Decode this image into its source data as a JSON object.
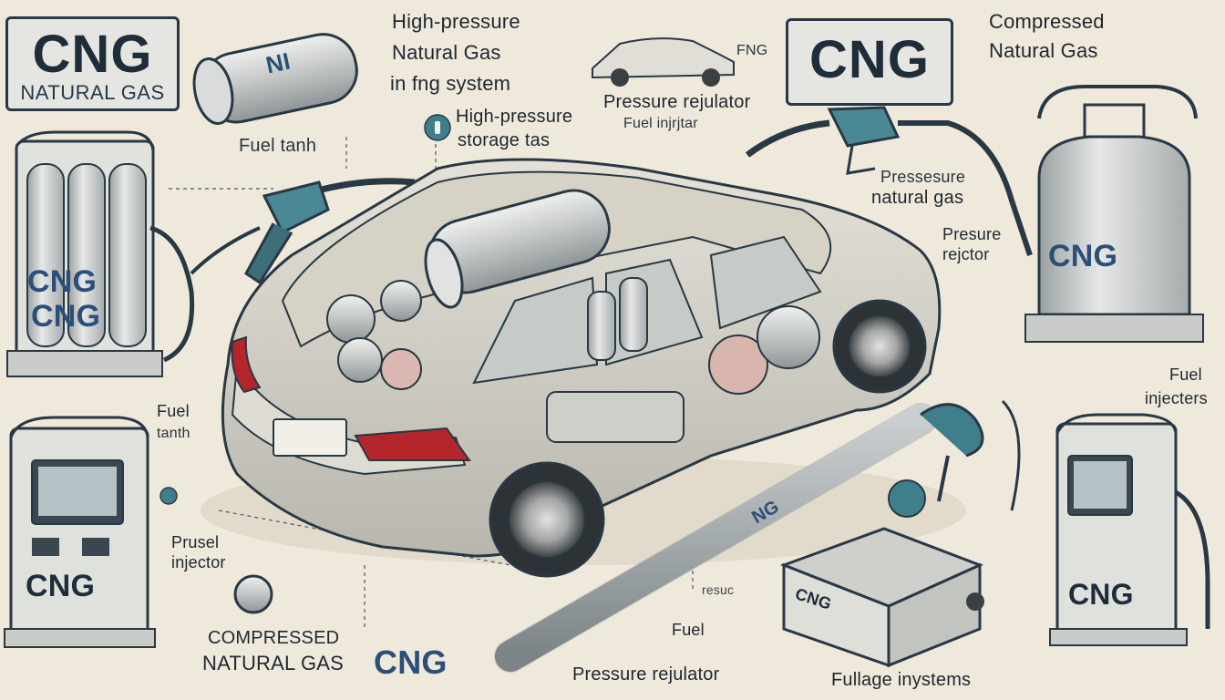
{
  "colors": {
    "background": "#efe9dc",
    "ink": "#283844",
    "cng_blue": "#2b4f78",
    "teal": "#3f7f8c",
    "metal": "#c9ccca",
    "car_body": "#d8d5cc",
    "tail_light": "#b4252c"
  },
  "icons": [
    "cng-pump",
    "cng-cylinder",
    "fuel-nozzle",
    "car",
    "gas-tank",
    "info-icon",
    "pressure-gauge"
  ],
  "badges": {
    "left": {
      "title": "CNG",
      "subtitle": "NATURAL GAS"
    },
    "right": {
      "title": "CNG"
    }
  },
  "labels": {
    "high_pressure_1": "High-pressure",
    "high_pressure_2": "Natural Gas",
    "high_pressure_3": "in fng system",
    "fng": "FNG",
    "compressed_1": "Compressed",
    "compressed_2": "Natural Gas",
    "fuel_tanh": "Fuel   tanh",
    "storage_1": "High-pressure",
    "storage_2": "storage tas",
    "regulator_1": "Pressure rejulator",
    "regulator_2": "Fuel injrjtar",
    "pressure_ng_1": "Pressesure",
    "pressure_ng_2": "natural gas",
    "pressure_injector_1": "Presure",
    "pressure_injector_2": "rejctor",
    "fuel_injecters_1": "Fuel",
    "fuel_injecters_2": "injecters",
    "fuel_tanth_1": "Fuel",
    "fuel_tanth_2": "tanth",
    "prusel_1": "Prusel",
    "prusel_2": "injector",
    "compressed_bottom_1": "COMPRESSED",
    "compressed_bottom_2": "NATURAL GAS",
    "cng_bottom": "CNG",
    "resuc": "resuc",
    "fuel_bottom": "Fuel",
    "pressure_rejulator_bottom": "Pressure rejulator",
    "fullage": "Fullage inystems"
  },
  "tank_marks": {
    "top_left_tank": "NI",
    "left_pump": [
      "CNG",
      "CNG"
    ],
    "right_cylinder": "CNG",
    "bottom_left_pump": "CNG",
    "bottom_right_pump": "CNG",
    "hose": "NG",
    "box": "CNG"
  }
}
